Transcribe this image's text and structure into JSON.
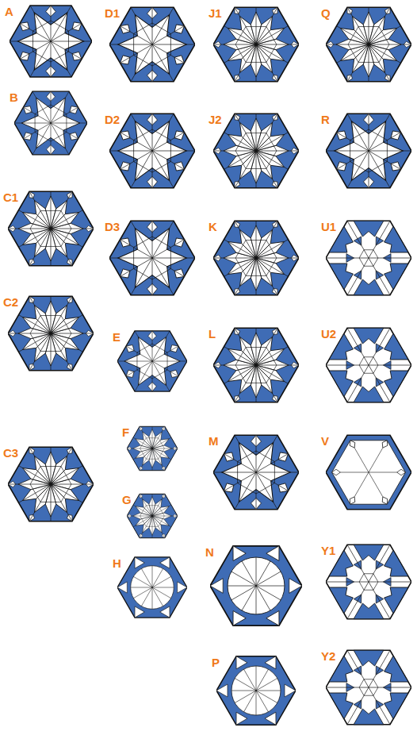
{
  "diagram": {
    "labels": [
      "A",
      "D1",
      "J1",
      "Q",
      "B",
      "D2",
      "J2",
      "R",
      "C1",
      "D3",
      "K",
      "U1",
      "C2",
      "E",
      "L",
      "U2",
      "V",
      "C3",
      "F",
      "M",
      "G",
      "Y1",
      "H",
      "N",
      "Y2",
      "P"
    ]
  }
}
